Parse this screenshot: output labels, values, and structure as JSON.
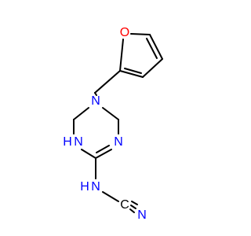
{
  "molecule": {
    "colors": {
      "bond": "#000000",
      "oxygen": "#ff0000",
      "nitrogen": "#0000ff"
    },
    "labels": {
      "furan_oxygen": "O",
      "ring_n_top": "N",
      "ring_n_right": "N",
      "ring_nh": "N",
      "ring_nh_h": "H",
      "amine_n": "N",
      "amine_h": "H",
      "cyano_c": "C",
      "cyano_n": "N"
    }
  }
}
